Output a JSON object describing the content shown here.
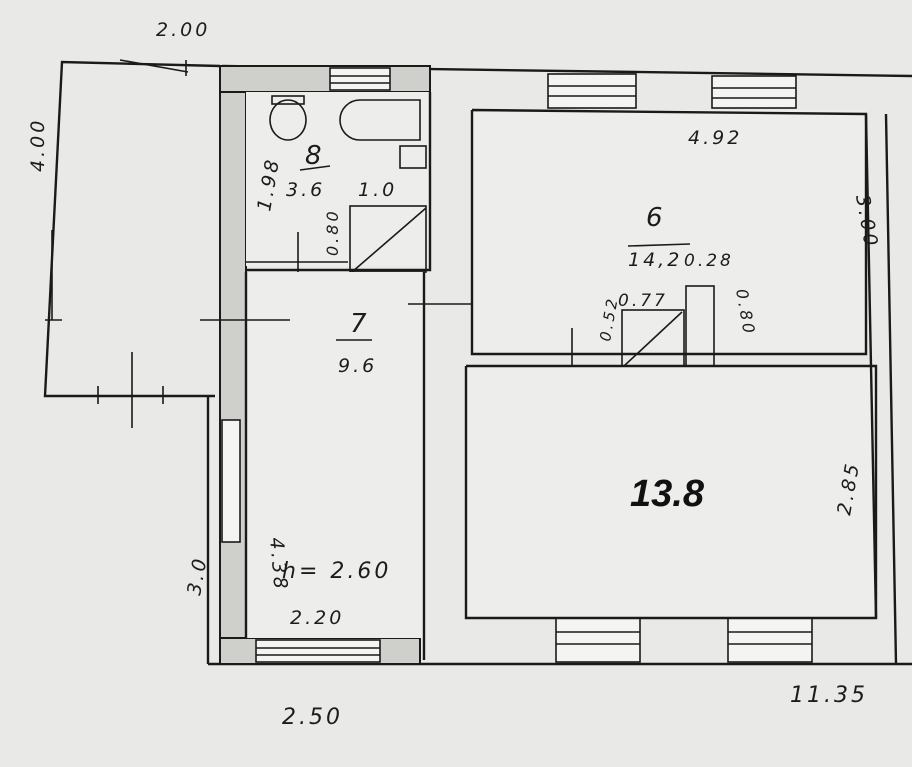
{
  "plan": {
    "dimensions": {
      "top_annex_width": "2.00",
      "annex_depth": "4.00",
      "bath_side": "1.98",
      "bath_inner": "1.0",
      "bath_door": "0.80",
      "room6_width": "4.92",
      "room6_depth": "3.00",
      "partition_gap": "0.28",
      "stove_side": "0.52",
      "stove_width": "0.77",
      "stove_right": "0.80",
      "room13_depth": "2.85",
      "corridor_length": "4.38",
      "corridor_width_left": "3.0",
      "corridor_bottom": "2.20",
      "front_width": "2.50",
      "total_width": "11.35"
    },
    "rooms": {
      "r8_number": "8",
      "r8_area": "3.6",
      "r7_number": "7",
      "r7_area": "9.6",
      "r6_number": "6",
      "r6_area": "14,2",
      "big_room_area": "13.8",
      "ceiling_height": "h= 2.60"
    }
  }
}
